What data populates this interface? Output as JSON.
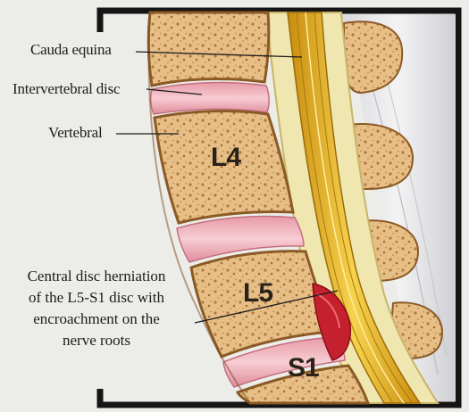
{
  "labels": {
    "cauda_equina": "Cauda equina",
    "intervertebral_disc": "Intervertebral disc",
    "vertebral": "Vertebral",
    "herniation_lines": [
      "Central disc herniation",
      "of the L5-S1 disc with",
      "encroachment on the",
      "nerve roots"
    ]
  },
  "vertebrae": {
    "l4": "L4",
    "l5": "L5",
    "s1": "S1"
  },
  "colors": {
    "background": "#ecece8",
    "frame": "#151515",
    "bone_fill": "#e9c48c",
    "bone_dark": "#9a6a34",
    "disc": "#f2b5bf",
    "herniation": "#c4202d",
    "nerve": "#e8b21c",
    "dura": "#e9e0a0"
  }
}
